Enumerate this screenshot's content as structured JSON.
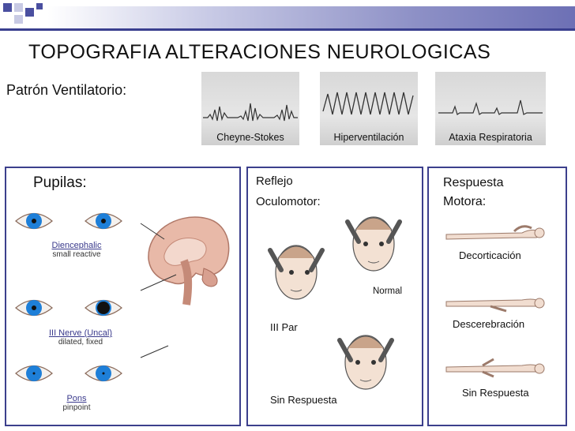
{
  "title": "TOPOGRAFIA ALTERACIONES NEUROLOGICAS",
  "ventilatory": {
    "label": "Patrón Ventilatorio:",
    "patterns": [
      {
        "name": "Cheyne-Stokes"
      },
      {
        "name": "Hiperventilación"
      },
      {
        "name": "Ataxia Respiratoria"
      }
    ]
  },
  "pupils": {
    "title": "Pupilas:",
    "rows": [
      {
        "name": "Diencephalic",
        "desc": "small reactive"
      },
      {
        "name": "III Nerve (Uncal)",
        "desc": "dilated, fixed"
      },
      {
        "name": "Pons",
        "desc": "pinpoint"
      }
    ]
  },
  "oculomotor": {
    "title_line1": "Reflejo",
    "title_line2": "Oculomotor:",
    "labels": {
      "normal": "Normal",
      "third": "III Par",
      "none": "Sin Respuesta"
    }
  },
  "motor": {
    "title_line1": "Respuesta",
    "title_line2": "Motora:",
    "labels": [
      "Decorticación",
      "Descerebración",
      "Sin Respuesta"
    ]
  },
  "colors": {
    "accent": "#3c3f8c",
    "iris": "#1e7fd8"
  }
}
